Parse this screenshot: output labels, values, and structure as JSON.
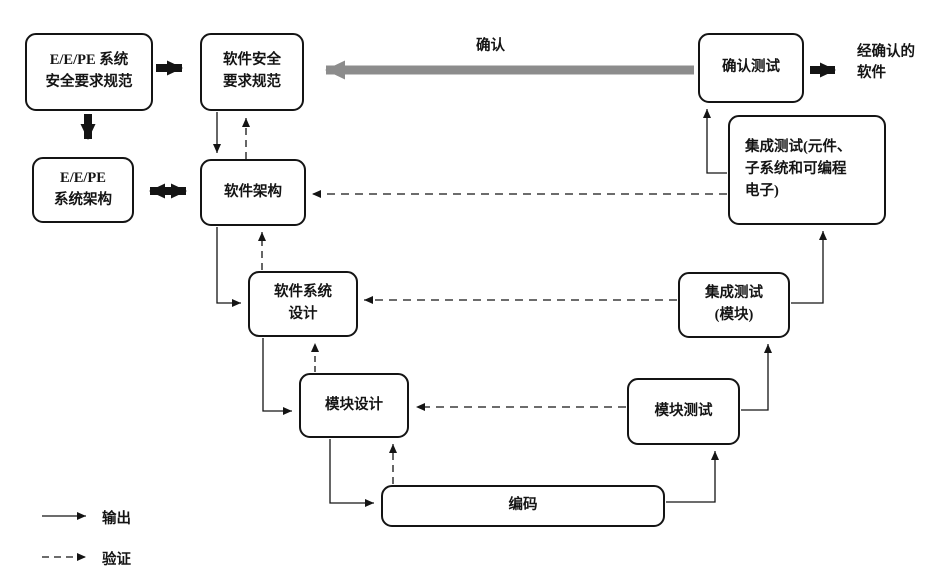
{
  "diagram": {
    "boxes": {
      "eepe_req": "E/E/PE 系统\n安全要求规范",
      "eepe_arch": "E/E/PE\n系统架构",
      "sw_safety_req": "软件安全\n要求规范",
      "sw_arch": "软件架构",
      "sw_sys_design": "软件系统\n设计",
      "module_design": "模块设计",
      "coding": "编码",
      "module_test": "模块测试",
      "integration_test_module": "集成测试\n(模块)",
      "integration_test_pe": "集成测试(元件、\n子系统和可编程\n电子)",
      "validation_test": "确认测试"
    },
    "labels": {
      "validated_software": "经确认的\n软件",
      "validation_arrow_label": "确认"
    },
    "legend": {
      "output": "输出",
      "verification": "验证"
    },
    "colors": {
      "line": "#141414",
      "box_fill": "#ffffff",
      "gray_arrow": "#8c8c8c"
    }
  }
}
